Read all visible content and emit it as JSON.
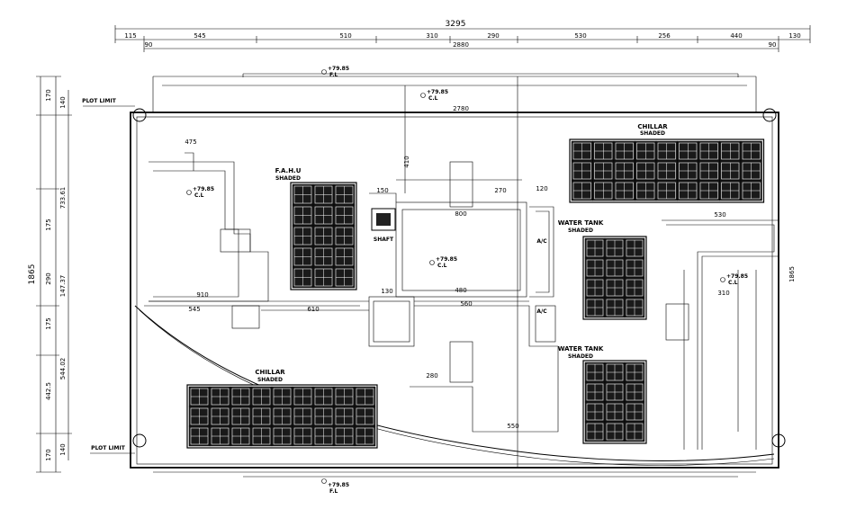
{
  "dimensions": {
    "overall_width": "3295",
    "overall_height": "1865",
    "top_segments": [
      "115",
      "545",
      "510",
      "310",
      "290",
      "530",
      "256",
      "440",
      "130"
    ],
    "inner_width": "2880",
    "inner_width_2": "2780",
    "top_small_left": "90",
    "top_small_right": "90",
    "left_segments": [
      "170",
      "175",
      "290",
      "175",
      "442.5",
      "170"
    ],
    "left_inner": [
      "140",
      "733.61",
      "147.37",
      "544.02",
      "140"
    ],
    "right_total": "1865"
  },
  "labels": {
    "plot_limit_top": "PLOT LIMIT",
    "plot_limit_bottom": "PLOT LIMIT",
    "ahu": "F.A.H.U",
    "ahu_sub": "SHADED",
    "chillar_top": "CHILLAR",
    "chillar_top_sub": "SHADED",
    "chillar_bottom": "CHILLAR",
    "chillar_bottom_sub": "SHADED",
    "water_tank_1": "WATER TANK",
    "water_tank_1_sub": "SHADED",
    "water_tank_2": "WATER TANK",
    "water_tank_2_sub": "SHADED",
    "ac_1": "A/C",
    "ac_2": "A/C",
    "shaft": "SHAFT",
    "fl": "F.L",
    "cl": "C.L"
  },
  "levels": [
    "+79.85",
    "+79.85",
    "+79.85",
    "+79.85",
    "+79.85",
    "+79.85"
  ],
  "inner_dims": [
    "475",
    "910",
    "610",
    "545",
    "800",
    "560",
    "480",
    "530",
    "130",
    "120",
    "150",
    "280",
    "270",
    "550",
    "310",
    "410"
  ]
}
